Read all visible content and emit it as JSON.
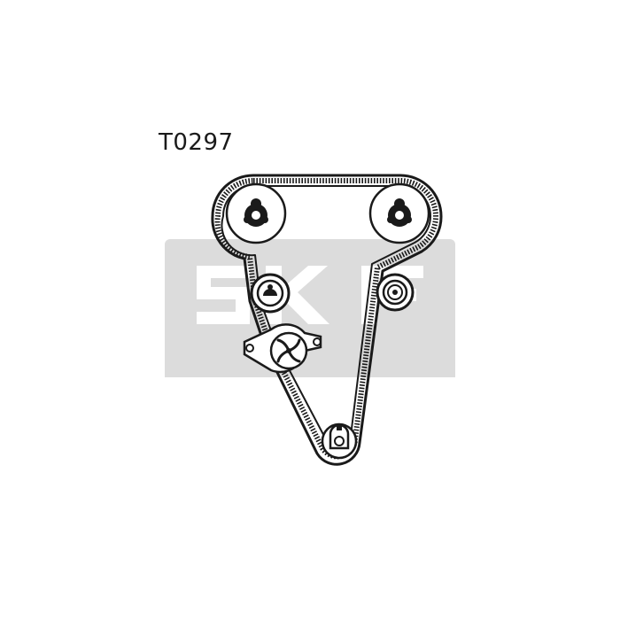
{
  "diagram": {
    "part_code": "T0297",
    "watermark_text": "SKF",
    "components": [
      {
        "name": "camshaft-pulley-left",
        "icon": "camshaft-pulley"
      },
      {
        "name": "camshaft-pulley-right",
        "icon": "camshaft-pulley"
      },
      {
        "name": "tensioner-pulley",
        "icon": "tensioner-pulley"
      },
      {
        "name": "idler-pulley",
        "icon": "idler-pulley"
      },
      {
        "name": "water-pump",
        "icon": "water-pump"
      },
      {
        "name": "crankshaft-sprocket",
        "icon": "crankshaft-sprocket"
      }
    ],
    "colors": {
      "ink": "#1a1a1a",
      "watermark_band": "#dcdcdc",
      "watermark_letters": "#ffffff",
      "background": "#ffffff"
    }
  }
}
